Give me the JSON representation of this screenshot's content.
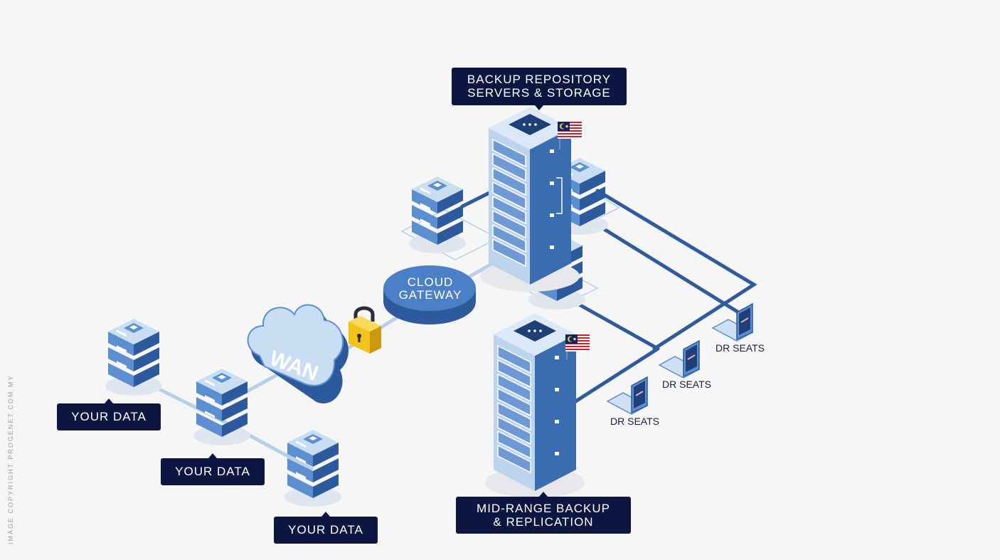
{
  "labels": {
    "backup_repository": [
      "BACKUP REPOSITORY",
      "SERVERS & STORAGE"
    ],
    "cloud_gateway": [
      "CLOUD",
      "GATEWAY"
    ],
    "wan": "WAN",
    "your_data": "YOUR DATA",
    "mid_range": [
      "MID-RANGE BACKUP",
      "& REPLICATION"
    ],
    "dr_seats": "DR SEATS"
  },
  "copyright": "IMAGE COPYRIGHT PROGENET.COM.MY",
  "colors": {
    "background": "#f6f6f7",
    "label_bg": "#0d1640",
    "server_dark": "#2d5a9c",
    "server_mid": "#5b8fd0",
    "server_light": "#c9def3",
    "link_dark": "#2f5a9c",
    "link_light": "#b8cfe8",
    "lock": "#f1c31b",
    "flag_red": "#cc1f2e",
    "flag_blue": "#12246b",
    "flag_yellow": "#f7d117"
  },
  "icons": [
    "server-stack-icon",
    "server-tower-icon",
    "cloud-icon",
    "lock-icon",
    "laptop-icon",
    "malaysia-flag-icon"
  ]
}
